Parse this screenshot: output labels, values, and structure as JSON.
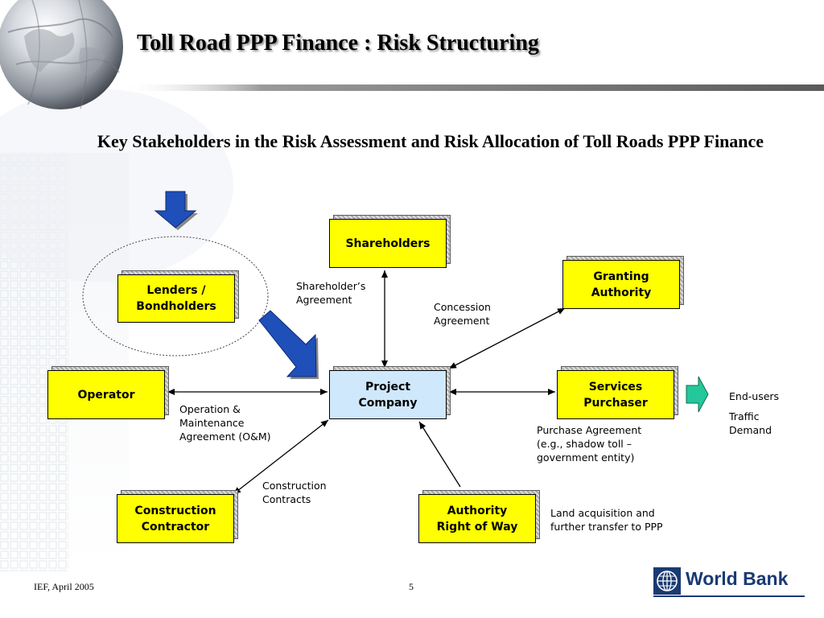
{
  "title": "Toll Road PPP Finance : Risk Structuring",
  "subtitle": "Key Stakeholders in the Risk Assessment and Risk Allocation of Toll Roads PPP Finance",
  "nodes": {
    "shareholders": "Shareholders",
    "lenders": "Lenders /\nBondholders",
    "granting_authority": "Granting\nAuthority",
    "operator": "Operator",
    "project_company": "Project\nCompany",
    "services_purchaser": "Services\nPurchaser",
    "construction_contractor": "Construction\nContractor",
    "authority_right_of_way": "Authority\nRight of Way"
  },
  "labels": {
    "shareholders_agreement": "Shareholder’s\nAgreement",
    "concession_agreement": "Concession\nAgreement",
    "om_agreement": "Operation &\nMaintenance\nAgreement (O&M)",
    "purchase_agreement": "Purchase Agreement\n(e.g., shadow toll –\ngovernment entity)",
    "construction_contracts": "Construction\nContracts",
    "land_acquisition": "Land acquisition and\nfurther transfer to PPP",
    "end_users": "End-users",
    "traffic_demand": "Traffic\nDemand"
  },
  "footer": {
    "date": "IEF, April 2005",
    "page": "5",
    "logo_text": "World Bank"
  },
  "colors": {
    "box_fill": "#ffff00",
    "project_fill": "#cfe8fb",
    "arrow_blue": "#1f4fb8",
    "arrow_green": "#22c89a",
    "logo_blue": "#1a3a73"
  }
}
